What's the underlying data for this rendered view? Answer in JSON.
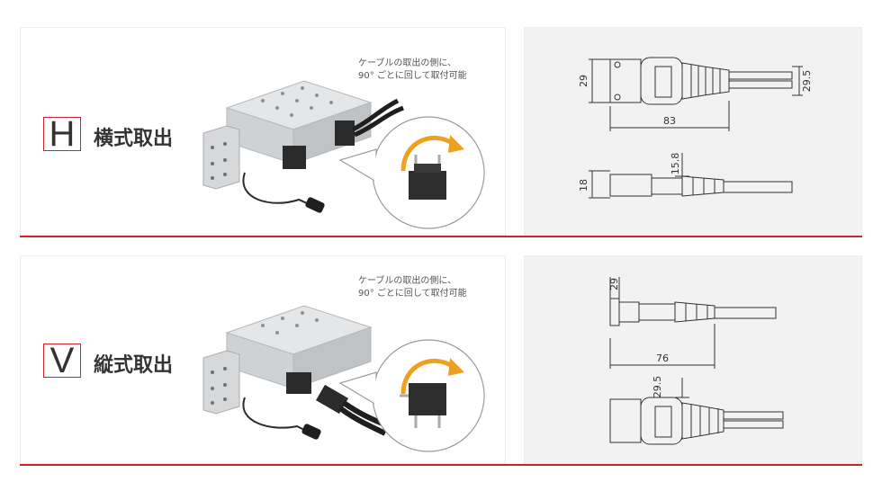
{
  "sections": [
    {
      "letter": "H",
      "title": "横式取出",
      "note_line1": "ケーブルの取出の側に、",
      "note_line2": "90° ごとに回して取付可能",
      "dims": {
        "a": "29",
        "b": "29.5",
        "c": "83",
        "d": "15.8",
        "e": "18"
      }
    },
    {
      "letter": "V",
      "title": "縦式取出",
      "note_line1": "ケーブルの取出の側に、",
      "note_line2": "90° ごとに回して取付可能",
      "dims": {
        "a": "29",
        "b": "76",
        "c": "29.5"
      }
    }
  ],
  "colors": {
    "accent": "#c9252c",
    "arrow": "#f0a020"
  }
}
